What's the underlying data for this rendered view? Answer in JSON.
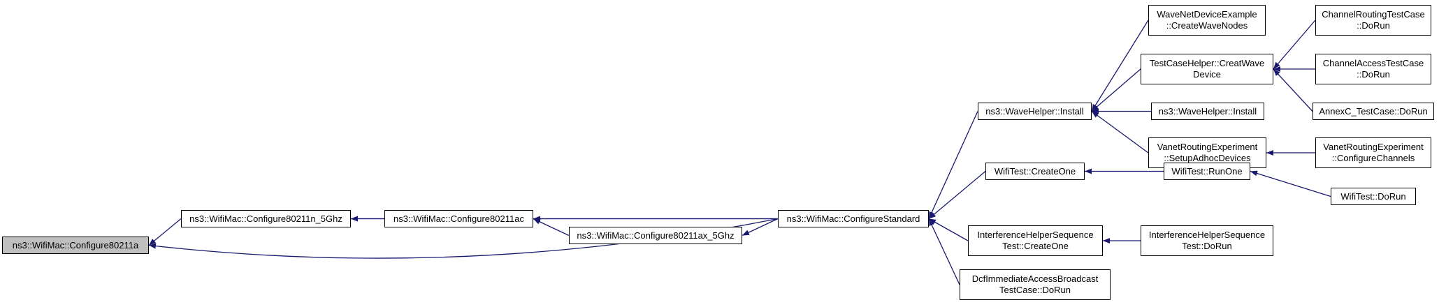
{
  "diagram": {
    "type": "call-graph",
    "colors": {
      "edge": "#191970",
      "root_fill": "#bfbfbf",
      "node_fill": "#ffffff",
      "border": "#000000"
    },
    "nodes": [
      {
        "id": "n0",
        "lines": [
          "ns3::WifiMac::Configure80211a"
        ],
        "root": true
      },
      {
        "id": "n1",
        "lines": [
          "ns3::WifiMac::Configure80211n_5Ghz"
        ]
      },
      {
        "id": "n2",
        "lines": [
          "ns3::WifiMac::Configure80211ac"
        ]
      },
      {
        "id": "n3",
        "lines": [
          "ns3::WifiMac::Configure80211ax_5Ghz"
        ]
      },
      {
        "id": "n4",
        "lines": [
          "ns3::WifiMac::ConfigureStandard"
        ]
      },
      {
        "id": "n5",
        "lines": [
          "ns3::WaveHelper::Install"
        ]
      },
      {
        "id": "n6",
        "lines": [
          "WifiTest::CreateOne"
        ]
      },
      {
        "id": "n7",
        "lines": [
          "InterferenceHelperSequence",
          "Test::CreateOne"
        ]
      },
      {
        "id": "n8",
        "lines": [
          "DcfImmediateAccessBroadcast",
          "TestCase::DoRun"
        ]
      },
      {
        "id": "n9",
        "lines": [
          "WaveNetDeviceExample",
          "::CreateWaveNodes"
        ]
      },
      {
        "id": "n10",
        "lines": [
          "TestCaseHelper::CreatWave",
          "Device"
        ]
      },
      {
        "id": "n11",
        "lines": [
          "ns3::WaveHelper::Install"
        ]
      },
      {
        "id": "n12",
        "lines": [
          "VanetRoutingExperiment",
          "::SetupAdhocDevices"
        ]
      },
      {
        "id": "n13",
        "lines": [
          "WifiTest::RunOne"
        ]
      },
      {
        "id": "n14",
        "lines": [
          "InterferenceHelperSequence",
          "Test::DoRun"
        ]
      },
      {
        "id": "n15",
        "lines": [
          "ChannelRoutingTestCase",
          "::DoRun"
        ]
      },
      {
        "id": "n16",
        "lines": [
          "ChannelAccessTestCase",
          "::DoRun"
        ]
      },
      {
        "id": "n17",
        "lines": [
          "AnnexC_TestCase::DoRun"
        ]
      },
      {
        "id": "n18",
        "lines": [
          "VanetRoutingExperiment",
          "::ConfigureChannels"
        ]
      },
      {
        "id": "n19",
        "lines": [
          "WifiTest::DoRun"
        ]
      }
    ],
    "edges": [
      [
        "n1",
        "n0"
      ],
      [
        "n4",
        "n0"
      ],
      [
        "n2",
        "n1"
      ],
      [
        "n4",
        "n1"
      ],
      [
        "n3",
        "n2"
      ],
      [
        "n4",
        "n2"
      ],
      [
        "n4",
        "n3"
      ],
      [
        "n5",
        "n4"
      ],
      [
        "n6",
        "n4"
      ],
      [
        "n7",
        "n4"
      ],
      [
        "n8",
        "n4"
      ],
      [
        "n9",
        "n5"
      ],
      [
        "n10",
        "n5"
      ],
      [
        "n11",
        "n5"
      ],
      [
        "n12",
        "n5"
      ],
      [
        "n13",
        "n6"
      ],
      [
        "n14",
        "n7"
      ],
      [
        "n15",
        "n10"
      ],
      [
        "n16",
        "n10"
      ],
      [
        "n17",
        "n10"
      ],
      [
        "n18",
        "n12"
      ],
      [
        "n19",
        "n13"
      ]
    ]
  }
}
